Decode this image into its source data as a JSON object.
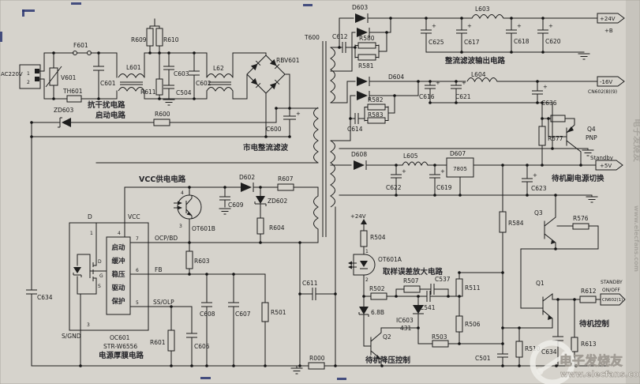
{
  "watermark": {
    "brand": "电子发烧友",
    "site": "www.elecfans.com",
    "side_brand": "电子发烧友",
    "side_site": "www.elecfans.com"
  },
  "annotations": {
    "emi": "抗干扰电路",
    "startup": "启动电路",
    "mains_rect": "市电整流滤波",
    "vcc_supply": "VCC供电电路",
    "ic_name": "电源厚膜电路",
    "output": "整流滤波输出电路",
    "standby_switch": "待机副电源切换",
    "standby_ctrl": "待机控制",
    "sample_amp": "取样误差放大电路",
    "standby_buck": "待机降压控制"
  },
  "ic_main": {
    "id": "OC601",
    "part": "STR-W6556",
    "blocks": [
      "启动",
      "缓冲",
      "稳压",
      "驱动",
      "保护"
    ],
    "pins": {
      "d": "D",
      "vcc": "VCC",
      "p1": "1",
      "p4": "4",
      "p7": "7",
      "p6": "6",
      "p5": "5",
      "p3": "3",
      "ocp": "OCP/BD",
      "fb": "FB",
      "ss": "SS/OLP",
      "sgnd": "S/GND"
    },
    "mosfet": {
      "d": "D",
      "g": "G",
      "s": "S"
    }
  },
  "outputs": {
    "v24": "+24V",
    "vb": "+B",
    "v16": "-16V",
    "cn89": "CN602(8)(9)",
    "v5": "+5V",
    "standby": "Standby",
    "standby_word": "STANDBY",
    "onoff": "ON/OFF",
    "cn1": "CN602(1)",
    "v24_tap": "+24V",
    "plus": "+"
  },
  "c": {
    "ac220v": "AC220V",
    "pin1": "1",
    "pin2": "2",
    "f601": "F601",
    "v601": "V601",
    "th601": "TH601",
    "c601": "C601",
    "l601": "L601",
    "r609": "R609",
    "r610": "R610",
    "r611": "R611",
    "c603": "C603",
    "c504": "C504",
    "c602": "C602",
    "l62": "L62",
    "rbv601": "RBV601",
    "c600": "C600",
    "zd603": "ZD603",
    "r600": "R600",
    "t600": "T600",
    "d602": "D602",
    "r607": "R607",
    "c609": "C609",
    "ot601b": "OT601B",
    "ob4": "4",
    "ob3": "3",
    "zd602": "ZD602",
    "r604": "R604",
    "c634l": "C634",
    "r603": "R603",
    "c608": "C608",
    "c607": "C607",
    "r501": "R501",
    "r601": "R601",
    "c606": "C606",
    "c611": "C611",
    "r000": "R000",
    "d603": "D603",
    "c612": "C612",
    "r580": "R580",
    "r581": "R581",
    "c625": "C625",
    "c617": "C617",
    "l603": "L603",
    "c618": "C618",
    "c620": "C620",
    "d604": "D604",
    "r582": "R582",
    "r583": "R583",
    "c614": "C614",
    "c616": "C616",
    "c621": "C621",
    "l604": "L604",
    "c636": "C636",
    "d608": "D608",
    "l605": "L605",
    "c622": "C622",
    "c619": "C619",
    "d607": "D607",
    "reg7805": "7805",
    "c623": "C623",
    "q4": "Q4",
    "pnp": "PNP",
    "r577": "R577",
    "r584": "R584",
    "q3": "Q3",
    "r576": "R576",
    "q1": "Q1",
    "r612": "R612",
    "r613": "R613",
    "c634r": "C634",
    "r510": "R510",
    "r504": "R504",
    "ot601a": "OT601A",
    "oa1": "1",
    "oa2": "2",
    "r502": "R502",
    "r507": "R507",
    "c537": "C537",
    "c541": "C541",
    "r511": "R511",
    "z68": "6.8B",
    "ic603": "IC603",
    "v431": "431",
    "q2": "Q2",
    "r503": "R503",
    "r506": "R506",
    "c501": "C501"
  }
}
